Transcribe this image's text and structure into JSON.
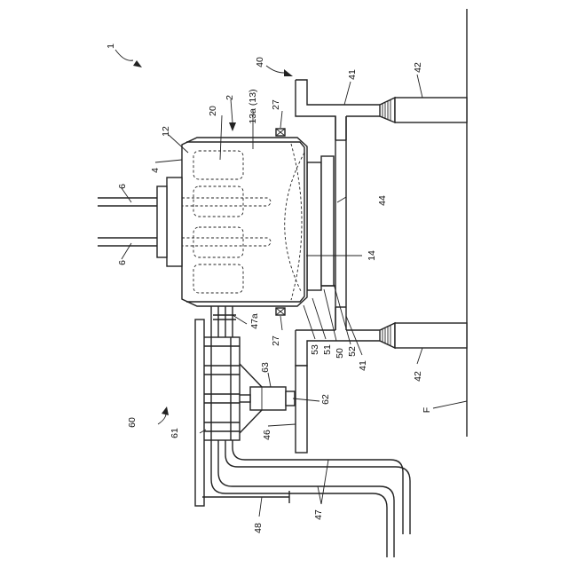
{
  "labels": {
    "l1": "1",
    "l2": "2",
    "l4": "4",
    "l6a": "6",
    "l6b": "6",
    "l12": "12",
    "l13a": "13a (13)",
    "l14": "14",
    "l20": "20",
    "l27a": "27",
    "l27b": "27",
    "l40": "40",
    "l41a": "41",
    "l41b": "41",
    "l42a": "42",
    "l42b": "42",
    "l44": "44",
    "l46": "46",
    "l47": "47",
    "l47a": "47a",
    "l48": "48",
    "l50": "50",
    "l51": "51",
    "l52": "52",
    "l53": "53",
    "l60": "60",
    "l61": "61",
    "l62": "62",
    "l63": "63",
    "lF": "F"
  }
}
